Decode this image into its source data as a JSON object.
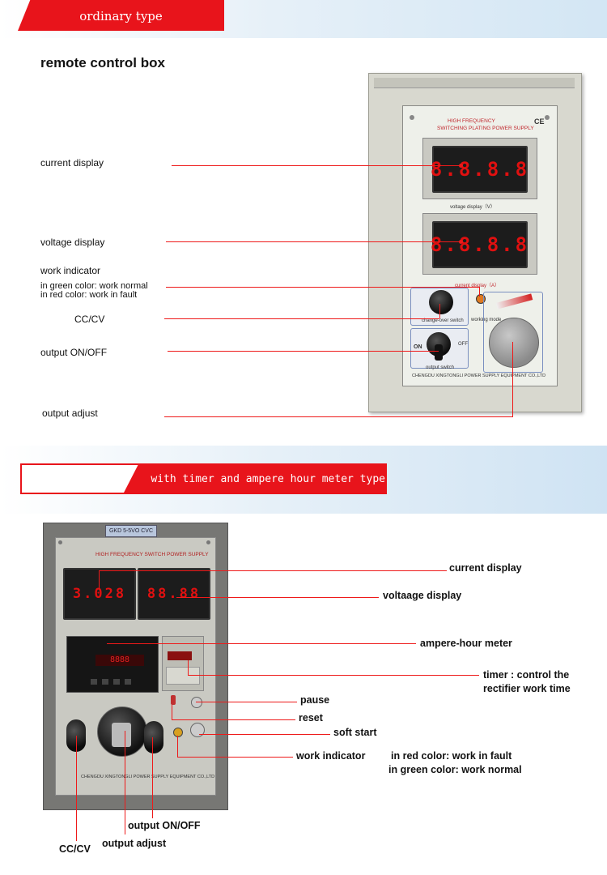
{
  "section1": {
    "tab_label": "ordinary type",
    "title": "remote control box",
    "labels": {
      "current_display": "current display",
      "voltage_display": "voltage display",
      "work_indicator": "work indicator",
      "green_normal": "in green color: work normal",
      "red_fault": "in red color: work in fault",
      "cc_cv": "CC/CV",
      "output_on_off": "output ON/OFF",
      "output_adjust": "output  adjust"
    },
    "device": {
      "header_line1": "HIGH FREQUENCY",
      "header_line2": "SWITCHING PLATING POWER SUPPLY",
      "ce_mark": "CE",
      "display1_value": "8.8.8.8",
      "display2_value": "8.8.8.8",
      "voltage_caption": "voltage display（V）",
      "current_caption": "current display（A）",
      "switch_caption": "change-over switch",
      "output_switch_caption": "output switch",
      "on_label": "ON",
      "off_label": "OFF",
      "working_mode": "working mode",
      "manufacturer": "CHENGDU XINGTONGLI POWER SUPPLY EQUIPMENT CO.,LTD"
    }
  },
  "section2": {
    "tab_label": "with timer and ampere hour meter type",
    "labels": {
      "current_display": "current display",
      "voltage_display": "voltaage display",
      "ampere_hour_meter": "ampere-hour meter",
      "timer_line1": "timer : control the",
      "timer_line2": "rectifier work time",
      "pause": "pause",
      "reset": "reset",
      "soft_start": "soft start",
      "work_indicator": "work indicator",
      "red_fault": "in red color: work in fault",
      "green_normal": "in green color: work normal",
      "output_on_off": "output ON/OFF",
      "cc_cv": "CC/CV",
      "output_adjust": "output adjust"
    },
    "device": {
      "nameplate": "GKD 5-5VO  CVC",
      "header": "HIGH FREQUENCY SWITCH POWER SUPPLY",
      "display1_value": "3.028",
      "display2_value": "88.88",
      "manufacturer": "CHENGDU XINGTONGLI POWER SUPPLY EQUIPMENT CO.,LTD"
    }
  },
  "colors": {
    "accent_red": "#e8141b",
    "leader_line": "#ee1a1a",
    "band_blue": "#d3e6f4"
  }
}
